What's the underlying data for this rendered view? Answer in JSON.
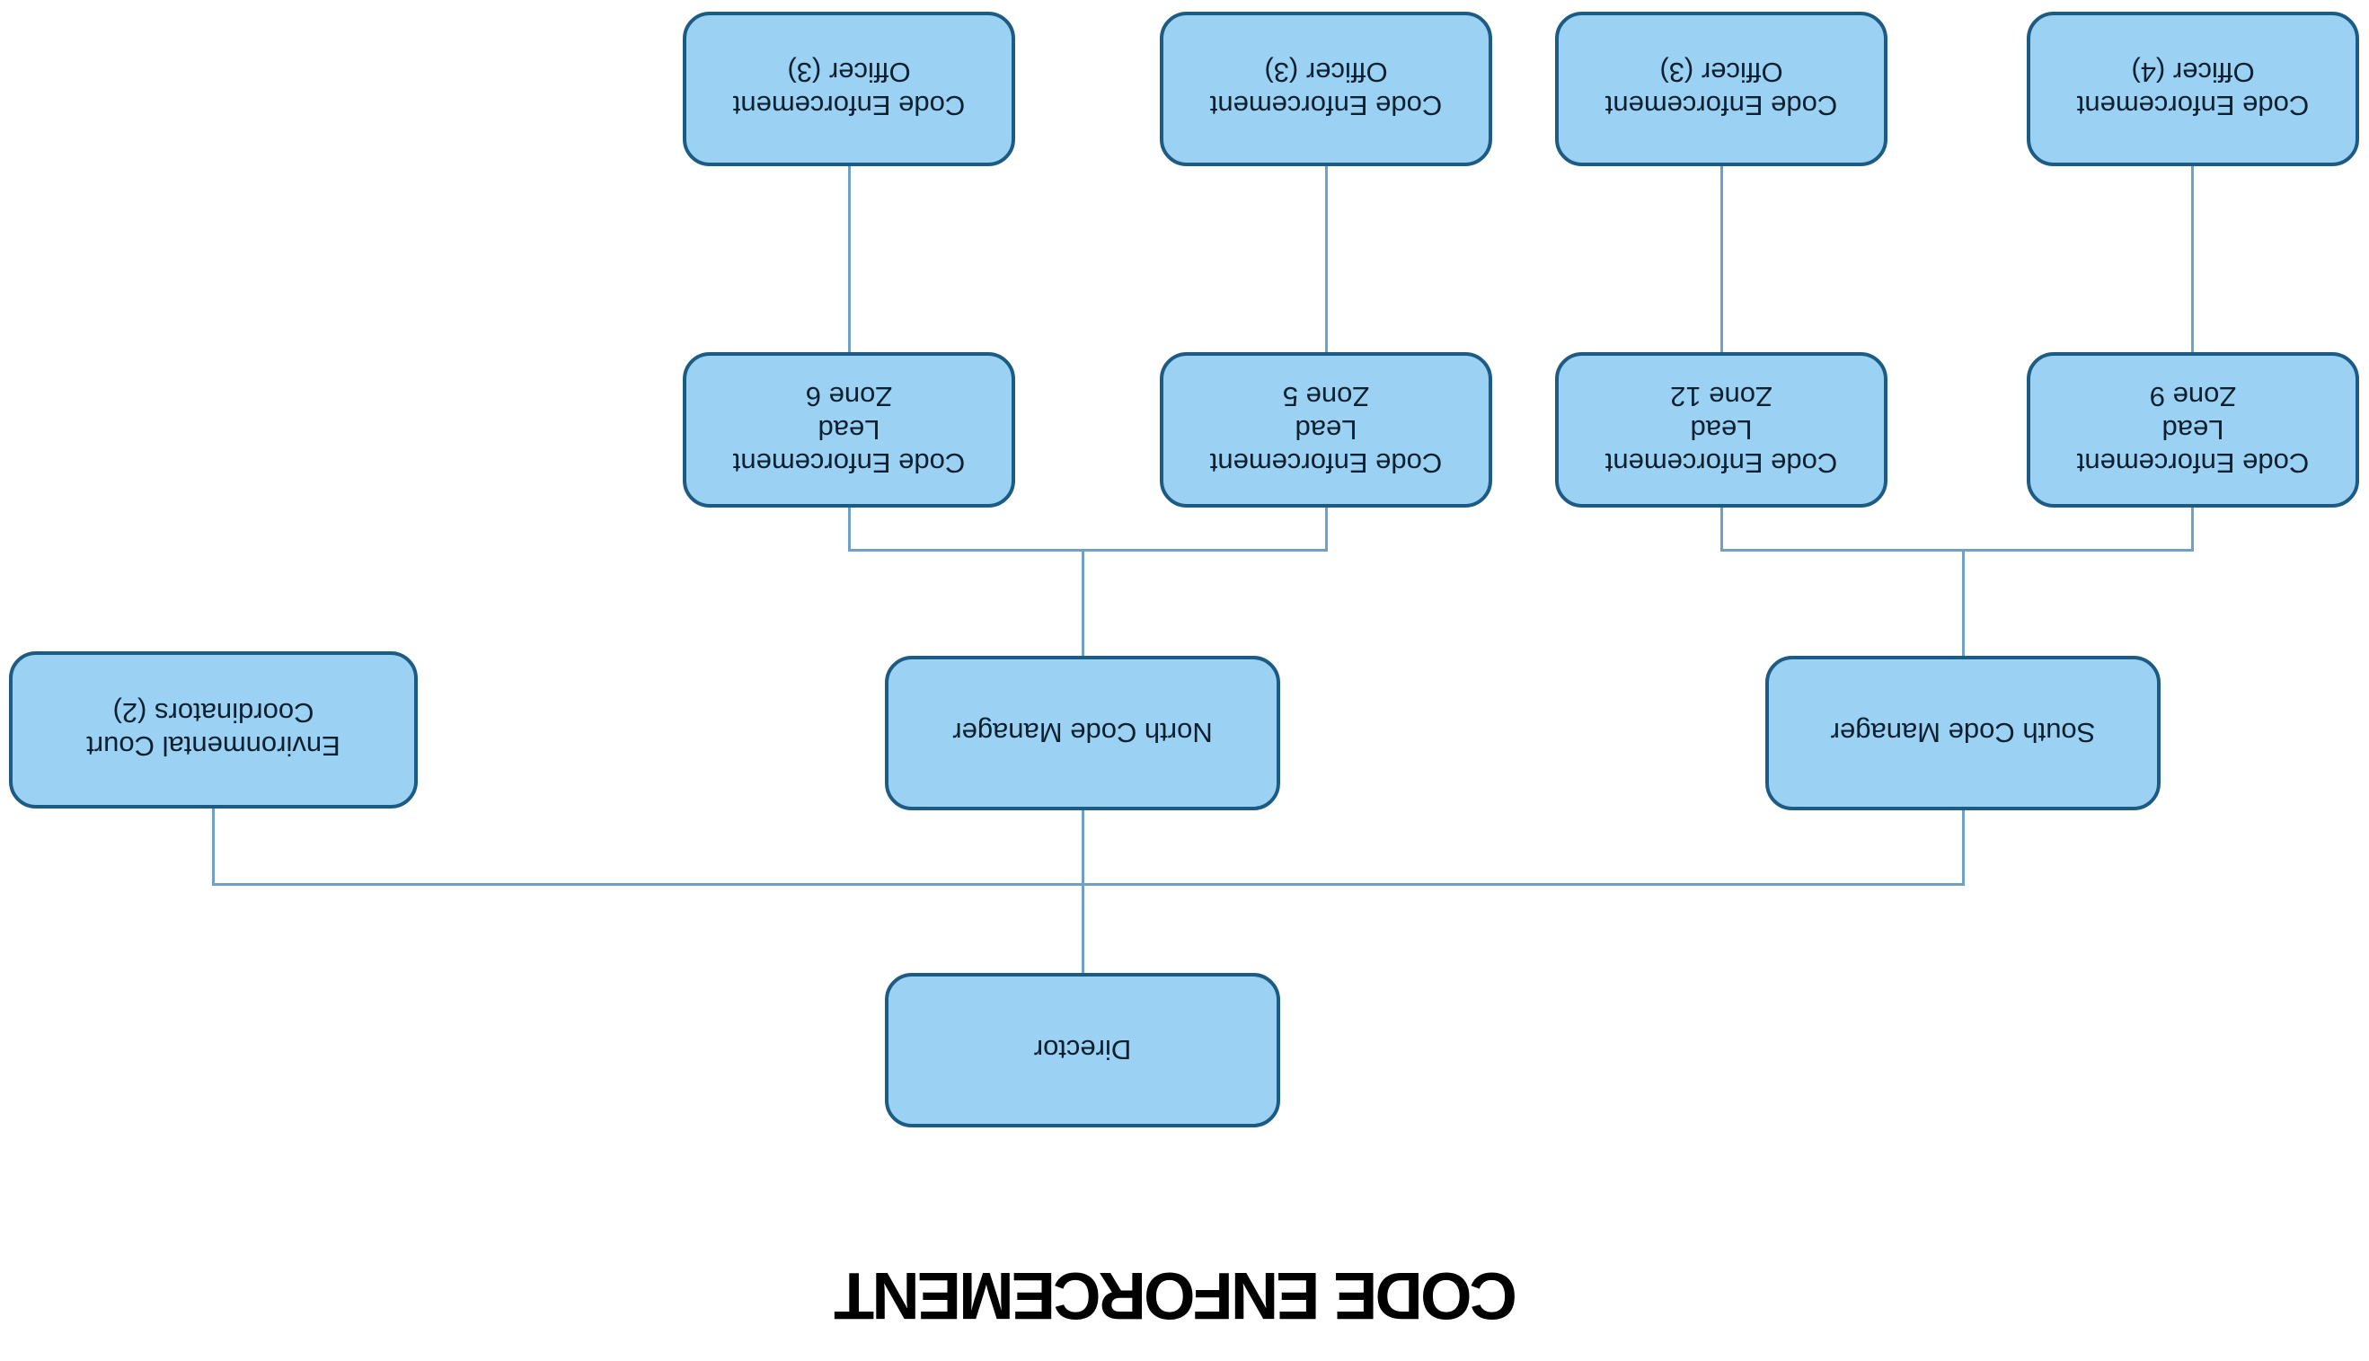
{
  "title": "CODE ENFORCEMENT",
  "presentation": {
    "rotated_180_degrees": true,
    "colors": {
      "background": "#ffffff",
      "box_fill": "#9BD1F3",
      "box_border": "#1C5B84",
      "connector_line": "#6FA0C7",
      "box_text": "#0D2030",
      "title_text": "#000000"
    }
  },
  "nodes": {
    "director": {
      "label": "Director"
    },
    "south_manager": {
      "label": "South Code Manager"
    },
    "north_manager": {
      "label": "North Code Manager"
    },
    "env_court": {
      "label": "Environmental Court\nCoordinators (2)"
    },
    "zone9_lead": {
      "label": "Code Enforcement\nLead\nZone 9"
    },
    "zone12_lead": {
      "label": "Code Enforcement\nLead\nZone 12"
    },
    "zone5_lead": {
      "label": "Code Enforcement\nLead\nZone 5"
    },
    "zone6_lead": {
      "label": "Code Enforcement\nLead\nZone 6"
    },
    "officer_zone9": {
      "label": "Code Enforcement\nOfficer (4)"
    },
    "officer_zone12": {
      "label": "Code Enforcement\nOfficer (3)"
    },
    "officer_zone5": {
      "label": "Code Enforcement\nOfficer (3)"
    },
    "officer_zone6": {
      "label": "Code Enforcement\nOfficer (3)"
    }
  },
  "edges": [
    {
      "from": "Director",
      "to": "South Code Manager"
    },
    {
      "from": "Director",
      "to": "North Code Manager"
    },
    {
      "from": "Director",
      "to": "Environmental Court Coordinators (2)"
    },
    {
      "from": "South Code Manager",
      "to": "Code Enforcement Lead Zone 9"
    },
    {
      "from": "South Code Manager",
      "to": "Code Enforcement Lead Zone 12"
    },
    {
      "from": "North Code Manager",
      "to": "Code Enforcement Lead Zone 5"
    },
    {
      "from": "North Code Manager",
      "to": "Code Enforcement Lead Zone 6"
    },
    {
      "from": "Code Enforcement Lead Zone 9",
      "to": "Code Enforcement Officer (4)"
    },
    {
      "from": "Code Enforcement Lead Zone 12",
      "to": "Code Enforcement Officer (3)"
    },
    {
      "from": "Code Enforcement Lead Zone 5",
      "to": "Code Enforcement Officer (3)"
    },
    {
      "from": "Code Enforcement Lead Zone 6",
      "to": "Code Enforcement Officer (3)"
    }
  ]
}
